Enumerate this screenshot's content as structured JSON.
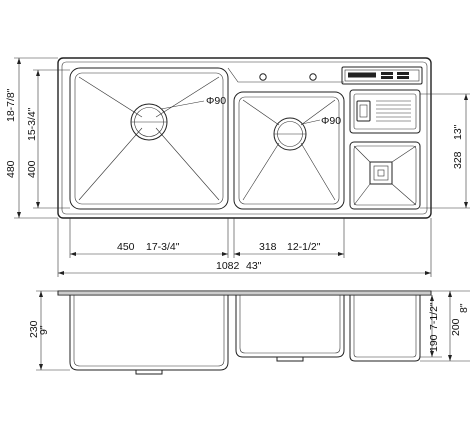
{
  "top_view": {
    "dim_width_mm": "1082",
    "dim_width_in": "43\"",
    "dim_bowl1_w_mm": "450",
    "dim_bowl1_w_in": "17-3/4\"",
    "dim_bowl2_w_mm": "318",
    "dim_bowl2_w_in": "12-1/2\"",
    "dim_height_mm": "480",
    "dim_height_in": "18-7/8\"",
    "dim_bowl_h_mm": "400",
    "dim_bowl_h_in": "15-3/4\"",
    "dim_small_h_mm": "328",
    "dim_small_h_in": "13\"",
    "drain1_label": "Φ90",
    "drain2_label": "Φ90"
  },
  "side_view": {
    "dim_depth1_mm": "230",
    "dim_depth1_in": "9\"",
    "dim_depth2_mm": "190",
    "dim_depth2_in": "7-1/2\"",
    "dim_depth3_mm": "200",
    "dim_depth3_in": "8\""
  }
}
